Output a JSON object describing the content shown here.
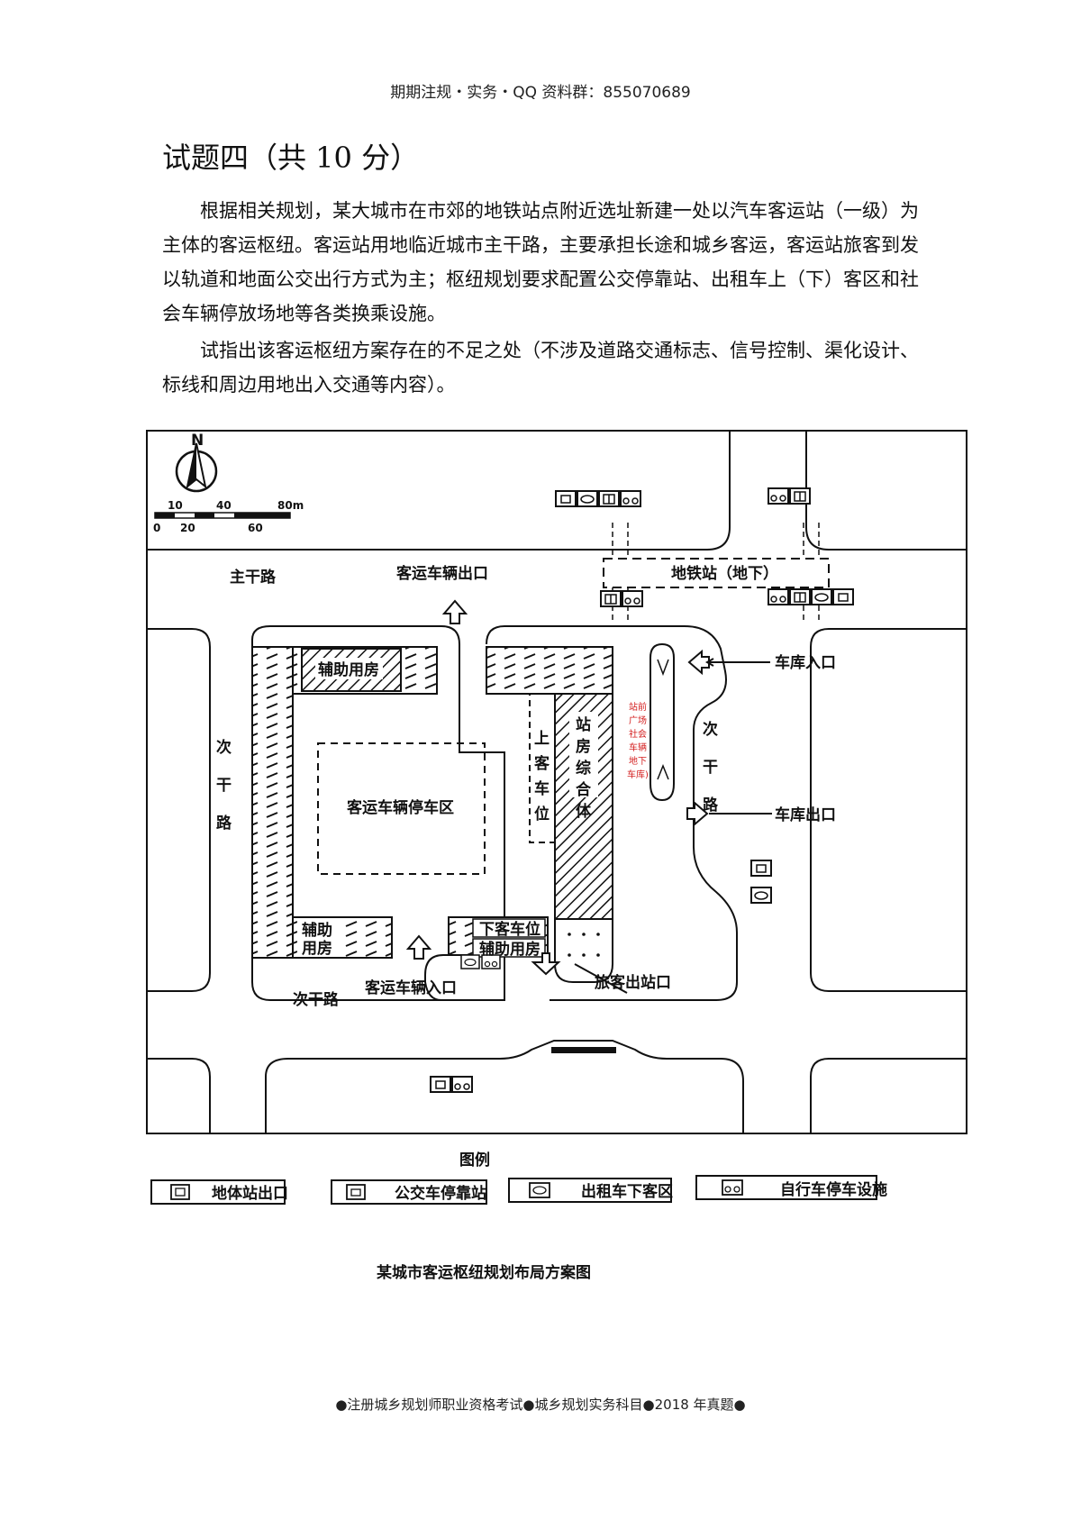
{
  "header": {
    "text": "期期注规・实务・QQ 资料群：855070689"
  },
  "question": {
    "title": "试题四（共 10 分）",
    "paragraph1": "根据相关规划，某大城市在市郊的地铁站点附近选址新建一处以汽车客运站（一级）为主体的客运枢纽。客运站用地临近城市主干路，主要承担长途和城乡客运，客运站旅客到发以轨道和地面公交出行方式为主；枢纽规划要求配置公交停靠站、出租车上（下）客区和社会车辆停放场地等各类换乘设施。",
    "paragraph2": "试指出该客运枢纽方案存在的不足之处（不涉及道路交通标志、信号控制、渠化设计、标线和周边用地出入交通等内容）。"
  },
  "map": {
    "compass": "N",
    "scale_top": [
      "10",
      "40",
      "80m"
    ],
    "scale_bottom": [
      "0",
      "20",
      "60"
    ],
    "labels": {
      "main_road": "主干路",
      "bus_exit": "客运车辆出口",
      "metro_station": "地铁站（地下）",
      "garage_entry": "车库入口",
      "garage_exit": "车库出口",
      "aux_top": "辅助用房",
      "bus_parking": "客运车辆停车区",
      "pickup": "上客车位",
      "station_complex": "站房综合体",
      "plaza_garage": [
        "站前",
        "广场",
        "社会",
        "车辆",
        "地下",
        "车库)"
      ],
      "secondary_left": "次干路",
      "secondary_right": "次干路",
      "secondary_bottom": "次干路",
      "aux_left": [
        "辅助",
        "用房"
      ],
      "dropoff": "下客车位",
      "aux_bottom": "辅助用房",
      "bus_entry": "客运车辆入口",
      "passenger_exit": "旅客出站口"
    },
    "legend_title": "图例",
    "legend": [
      {
        "icon": "metro-exit-icon",
        "label": "地体站出口"
      },
      {
        "icon": "bus-stop-icon",
        "label": "公交车停靠站"
      },
      {
        "icon": "taxi-icon",
        "label": "出租车下客区"
      },
      {
        "icon": "bicycle-icon",
        "label": "自行车停车设施"
      }
    ],
    "caption": "某城市客运枢纽规划布局方案图",
    "colors": {
      "annotation": "#d42020",
      "ink": "#111111"
    }
  },
  "footer": {
    "text": "●注册城乡规划师职业资格考试●城乡规划实务科目●2018 年真题●"
  }
}
